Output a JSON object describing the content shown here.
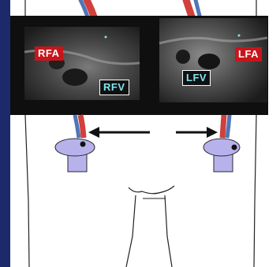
{
  "colors": {
    "frame_navy": "#1c2a6b",
    "artery_red": "#d0403c",
    "vein_blue": "#4e76b8",
    "probe_lavender": "#b8b2ec",
    "label_red_bg": "#c8151b",
    "label_red_text": "#ffffff",
    "label_cyan_bg": "#111111",
    "label_cyan_text": "#7fe3ee",
    "ultrasound_panel": "#1e1e1e"
  },
  "ultrasound_right": {
    "artery_label": "RFA",
    "vein_label": "RFV"
  },
  "ultrasound_left": {
    "artery_label": "LFA",
    "vein_label": "LFV"
  },
  "arrows": {
    "left_direction": "left",
    "right_direction": "right"
  }
}
